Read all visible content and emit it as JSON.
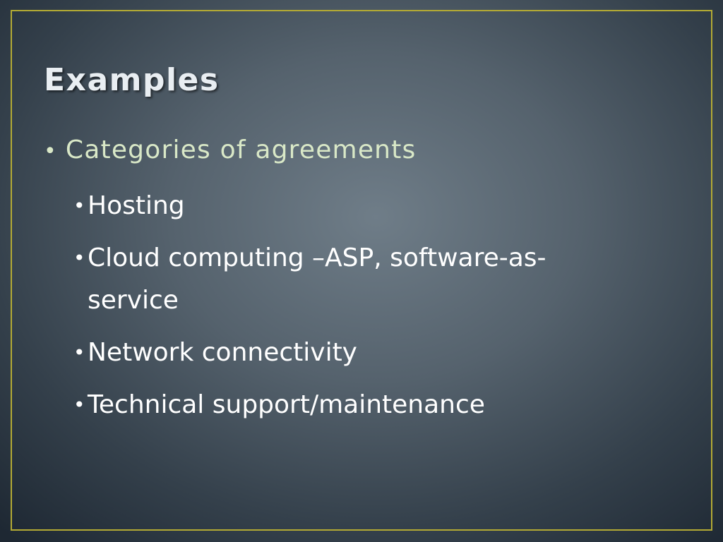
{
  "slide": {
    "title": "Examples",
    "level1": {
      "bullet": "•",
      "text": "Categories of agreements"
    },
    "level2": [
      {
        "bullet": "•",
        "text": "Hosting"
      },
      {
        "bullet": "•",
        "text": "Cloud computing –ASP, software-as-service"
      },
      {
        "bullet": "•",
        "text": "Network connectivity"
      },
      {
        "bullet": "•",
        "text": "Technical support/maintenance"
      }
    ]
  },
  "colors": {
    "frame": "#b3aa34",
    "title": "#e9eef2",
    "level1_text": "#d9e8c7",
    "level2_text": "#ffffff"
  }
}
